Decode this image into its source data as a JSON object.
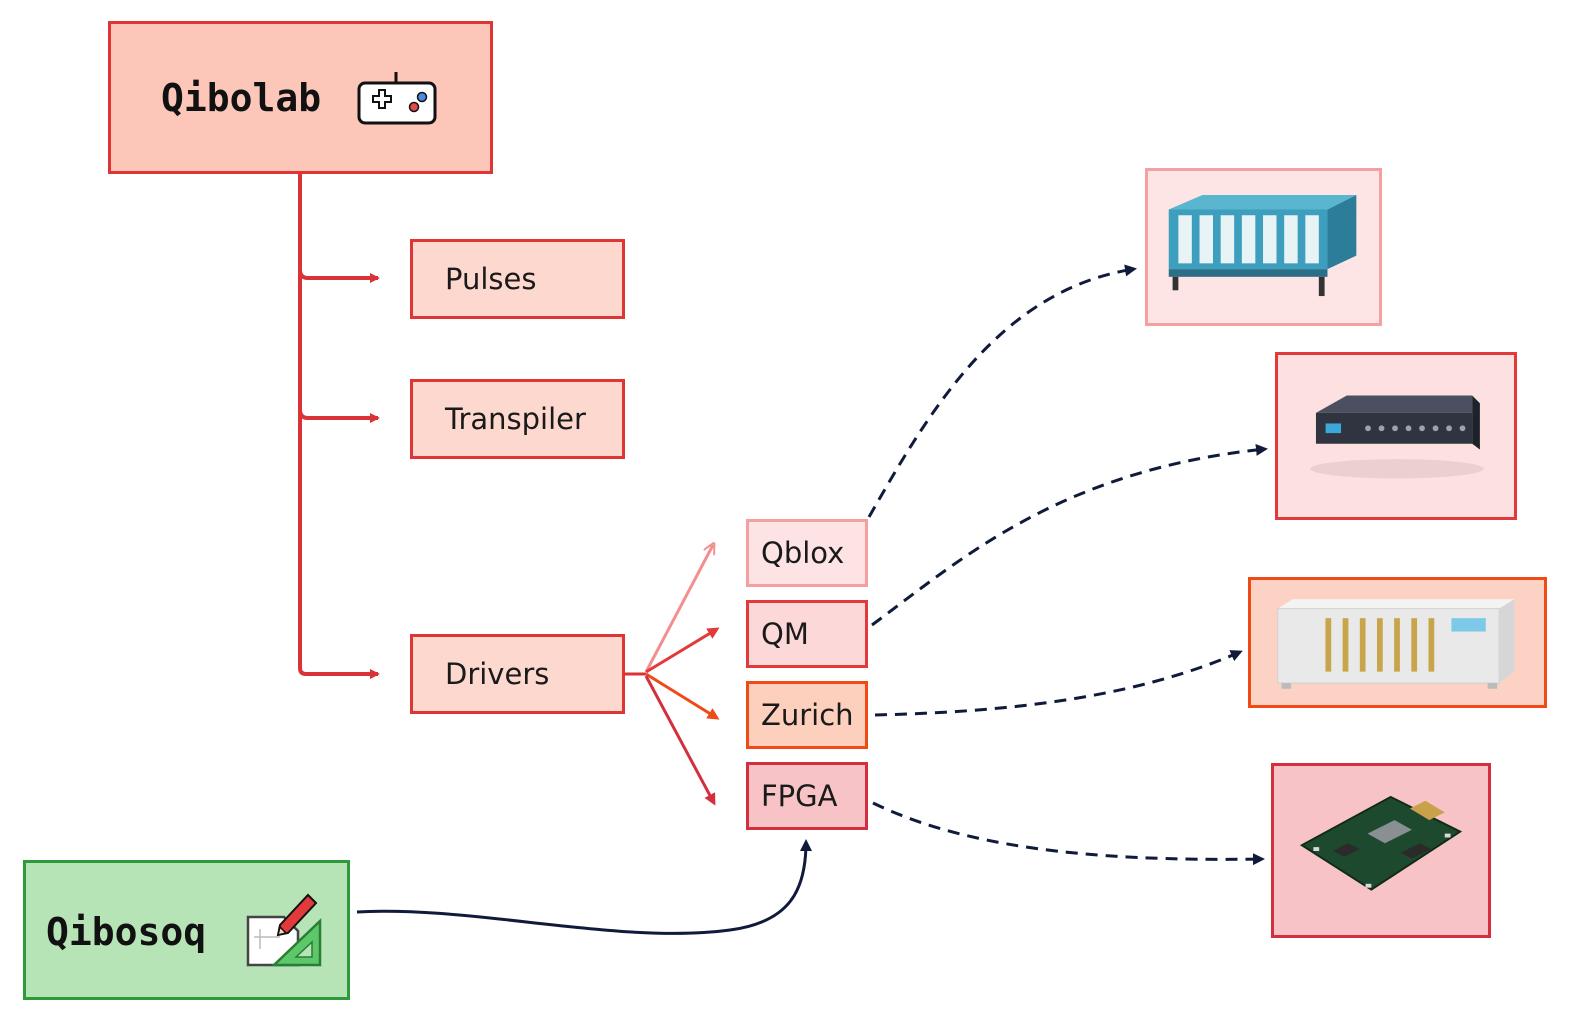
{
  "qibolab": {
    "title": "Qibolab",
    "icon": "gamepad-icon"
  },
  "qibosoq": {
    "title": "Qibosoq",
    "icon": "drafting-icon"
  },
  "modules": [
    {
      "key": "pulses",
      "label": "Pulses"
    },
    {
      "key": "transpiler",
      "label": "Transpiler"
    },
    {
      "key": "drivers",
      "label": "Drivers"
    }
  ],
  "drivers": [
    {
      "key": "qblox",
      "label": "Qblox",
      "color": "#f48f8f"
    },
    {
      "key": "qm",
      "label": "QM",
      "color": "#e23a3a"
    },
    {
      "key": "zurich",
      "label": "Zurich",
      "color": "#f04a16"
    },
    {
      "key": "fpga",
      "label": "FPGA",
      "color": "#d42f3f"
    }
  ],
  "colors": {
    "qibolab_fill": "#fcc7b8",
    "qibolab_border": "#e03535",
    "module_fill": "#fdd8cf",
    "qibosoq_fill": "#b7e4b6",
    "qibosoq_border": "#2f9a3a",
    "wire": "#d93338",
    "dashed": "#101a3a"
  },
  "hardware": [
    {
      "key": "qblox-hardware",
      "icon": "qblox-rack-image"
    },
    {
      "key": "qm-hardware",
      "icon": "qm-controller-image"
    },
    {
      "key": "zurich-hardware",
      "icon": "zurich-instrument-image"
    },
    {
      "key": "fpga-hardware",
      "icon": "fpga-board-image"
    }
  ]
}
